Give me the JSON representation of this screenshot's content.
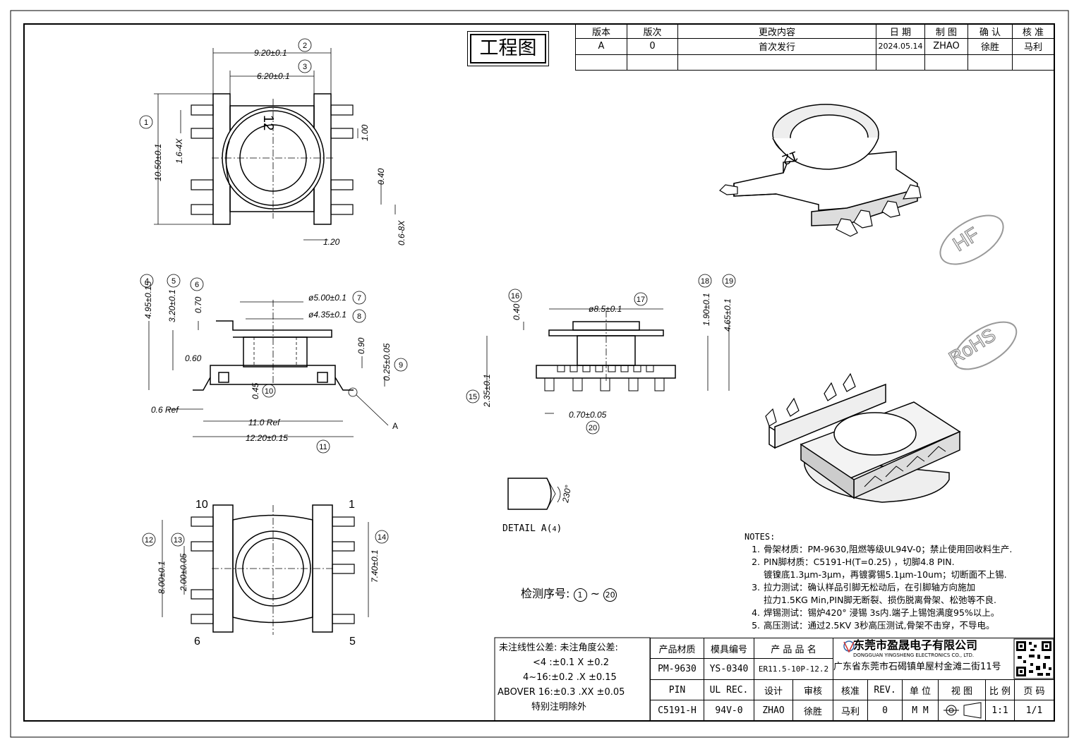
{
  "stamp": "工程图",
  "revision_table": {
    "headers": [
      "版本",
      "版次",
      "更改内容",
      "日 期",
      "制 图",
      "确 认",
      "核 准"
    ],
    "rows": [
      [
        "A",
        "0",
        "首次发行",
        "2024.05.14",
        "ZHAO",
        "徐胜",
        "马利"
      ]
    ]
  },
  "top_view": {
    "dims": {
      "w_outer": "9.20±0.1",
      "w_inner": "6.20±0.1",
      "h": "10.50±0.1",
      "pin_pitch": "1.6-4X",
      "pin_w": "1.00",
      "pin_gap": "0.40",
      "pin_slot": "0.6-8X",
      "edge": "1.20",
      "mark": "12"
    },
    "callouts": [
      "2",
      "3",
      "1"
    ]
  },
  "side_view": {
    "dims": {
      "h_total": "4.95±0.15",
      "h_body": "3.20±0.1",
      "top_t": "0.70",
      "d1": "ø5.00±0.1",
      "d2": "ø4.35±0.1",
      "step": "0.60",
      "flange": "0.90",
      "base": "0.25±0.05",
      "gap": "0.45",
      "ref_left": "0.6 Ref",
      "span_ref": "11.0 Ref",
      "span": "12.20±0.15",
      "detail_mark": "A"
    },
    "callouts": [
      "4",
      "5",
      "6",
      "7",
      "8",
      "9",
      "10",
      "11"
    ]
  },
  "front_view": {
    "dims": {
      "top": "0.40",
      "d": "ø8.5±0.1",
      "h1": "1.90±0.1",
      "h2": "4.65±0.1",
      "h3": "2.35±0.1",
      "pin": "0.70±0.05"
    },
    "callouts": [
      "16",
      "17",
      "18",
      "19",
      "15",
      "20"
    ]
  },
  "bottom_view": {
    "dims": {
      "h1": "8.00±0.1",
      "h2": "2.00±0.05",
      "h3": "7.40±0.1"
    },
    "pins": {
      "tl": "10",
      "tr": "1",
      "bl": "6",
      "br": "5"
    },
    "callouts": [
      "12",
      "13",
      "14"
    ]
  },
  "detail": {
    "label": "DETAIL A(",
    "scale": "4",
    "label_end": ")",
    "angle": "230°"
  },
  "logos": {
    "hf": "HF",
    "rohs": "RoHS"
  },
  "inspect": {
    "label": "检测序号:",
    "from": "1",
    "sep": "~",
    "to": "20"
  },
  "notes": {
    "header": "NOTES:",
    "items": [
      {
        "num": "1.",
        "text": "骨架材质：PM-9630,阻燃等级UL94V-0；禁止使用回收料生产.",
        "cont": ""
      },
      {
        "num": "2.",
        "text": "PIN脚材质：C5191-H(T=0.25) ，切脚4.8 PIN.",
        "cont": "镀镍底1.3μm-3μm，再镀雾锡5.1μm-10um；切断面不上锡."
      },
      {
        "num": "3.",
        "text": "拉力测试：确认样品引脚无松动后，在引脚轴方向施加",
        "cont": "拉力1.5KG Min,PIN脚无断裂、损伤脱离骨架、松弛等不良."
      },
      {
        "num": "4.",
        "text": "焊锡测试：锡炉420° 浸锡 3s内.端子上锡饱满度95%以上。",
        "cont": ""
      },
      {
        "num": "5.",
        "text": "高压测试：通过2.5KV 3秒高压测试,骨架不击穿，不导电。",
        "cont": ""
      }
    ]
  },
  "tolerance": {
    "lines": [
      "未注线性公差:  未注角度公差:",
      "<4 :±0.1  X ±0.2",
      "4~16:±0.2  .X ±0.15",
      "ABOVER 16:±0.3  .XX ±0.05",
      "特别注明除外"
    ]
  },
  "title_block": {
    "h_material": "产品材质",
    "h_mold": "模具编号",
    "h_name": "产 品 品 名",
    "material": "PM-9630",
    "mold": "YS-0340",
    "name": "ER11.5-10P-12.2",
    "company": "东莞市盈晟电子有限公司",
    "company_en": "DONGGUAN YINGSHENG ELECTRONICS CO., LTD.",
    "address": "广东省东莞市石碣镇单屋村金滩二街11号",
    "h_pin": "PIN",
    "h_ul": "UL REC.",
    "h_design": "设计",
    "h_review": "审核",
    "h_approve": "核准",
    "h_rev": "REV.",
    "h_unit": "单 位",
    "h_view": "视 图",
    "h_scale": "比 例",
    "h_page": "页 码",
    "pin": "C5191-H",
    "ul": "94V-0",
    "design": "ZHAO",
    "review": "徐胜",
    "approve": "马利",
    "rev": "0",
    "unit": "M M",
    "scale": "1:1",
    "page": "1/1"
  }
}
